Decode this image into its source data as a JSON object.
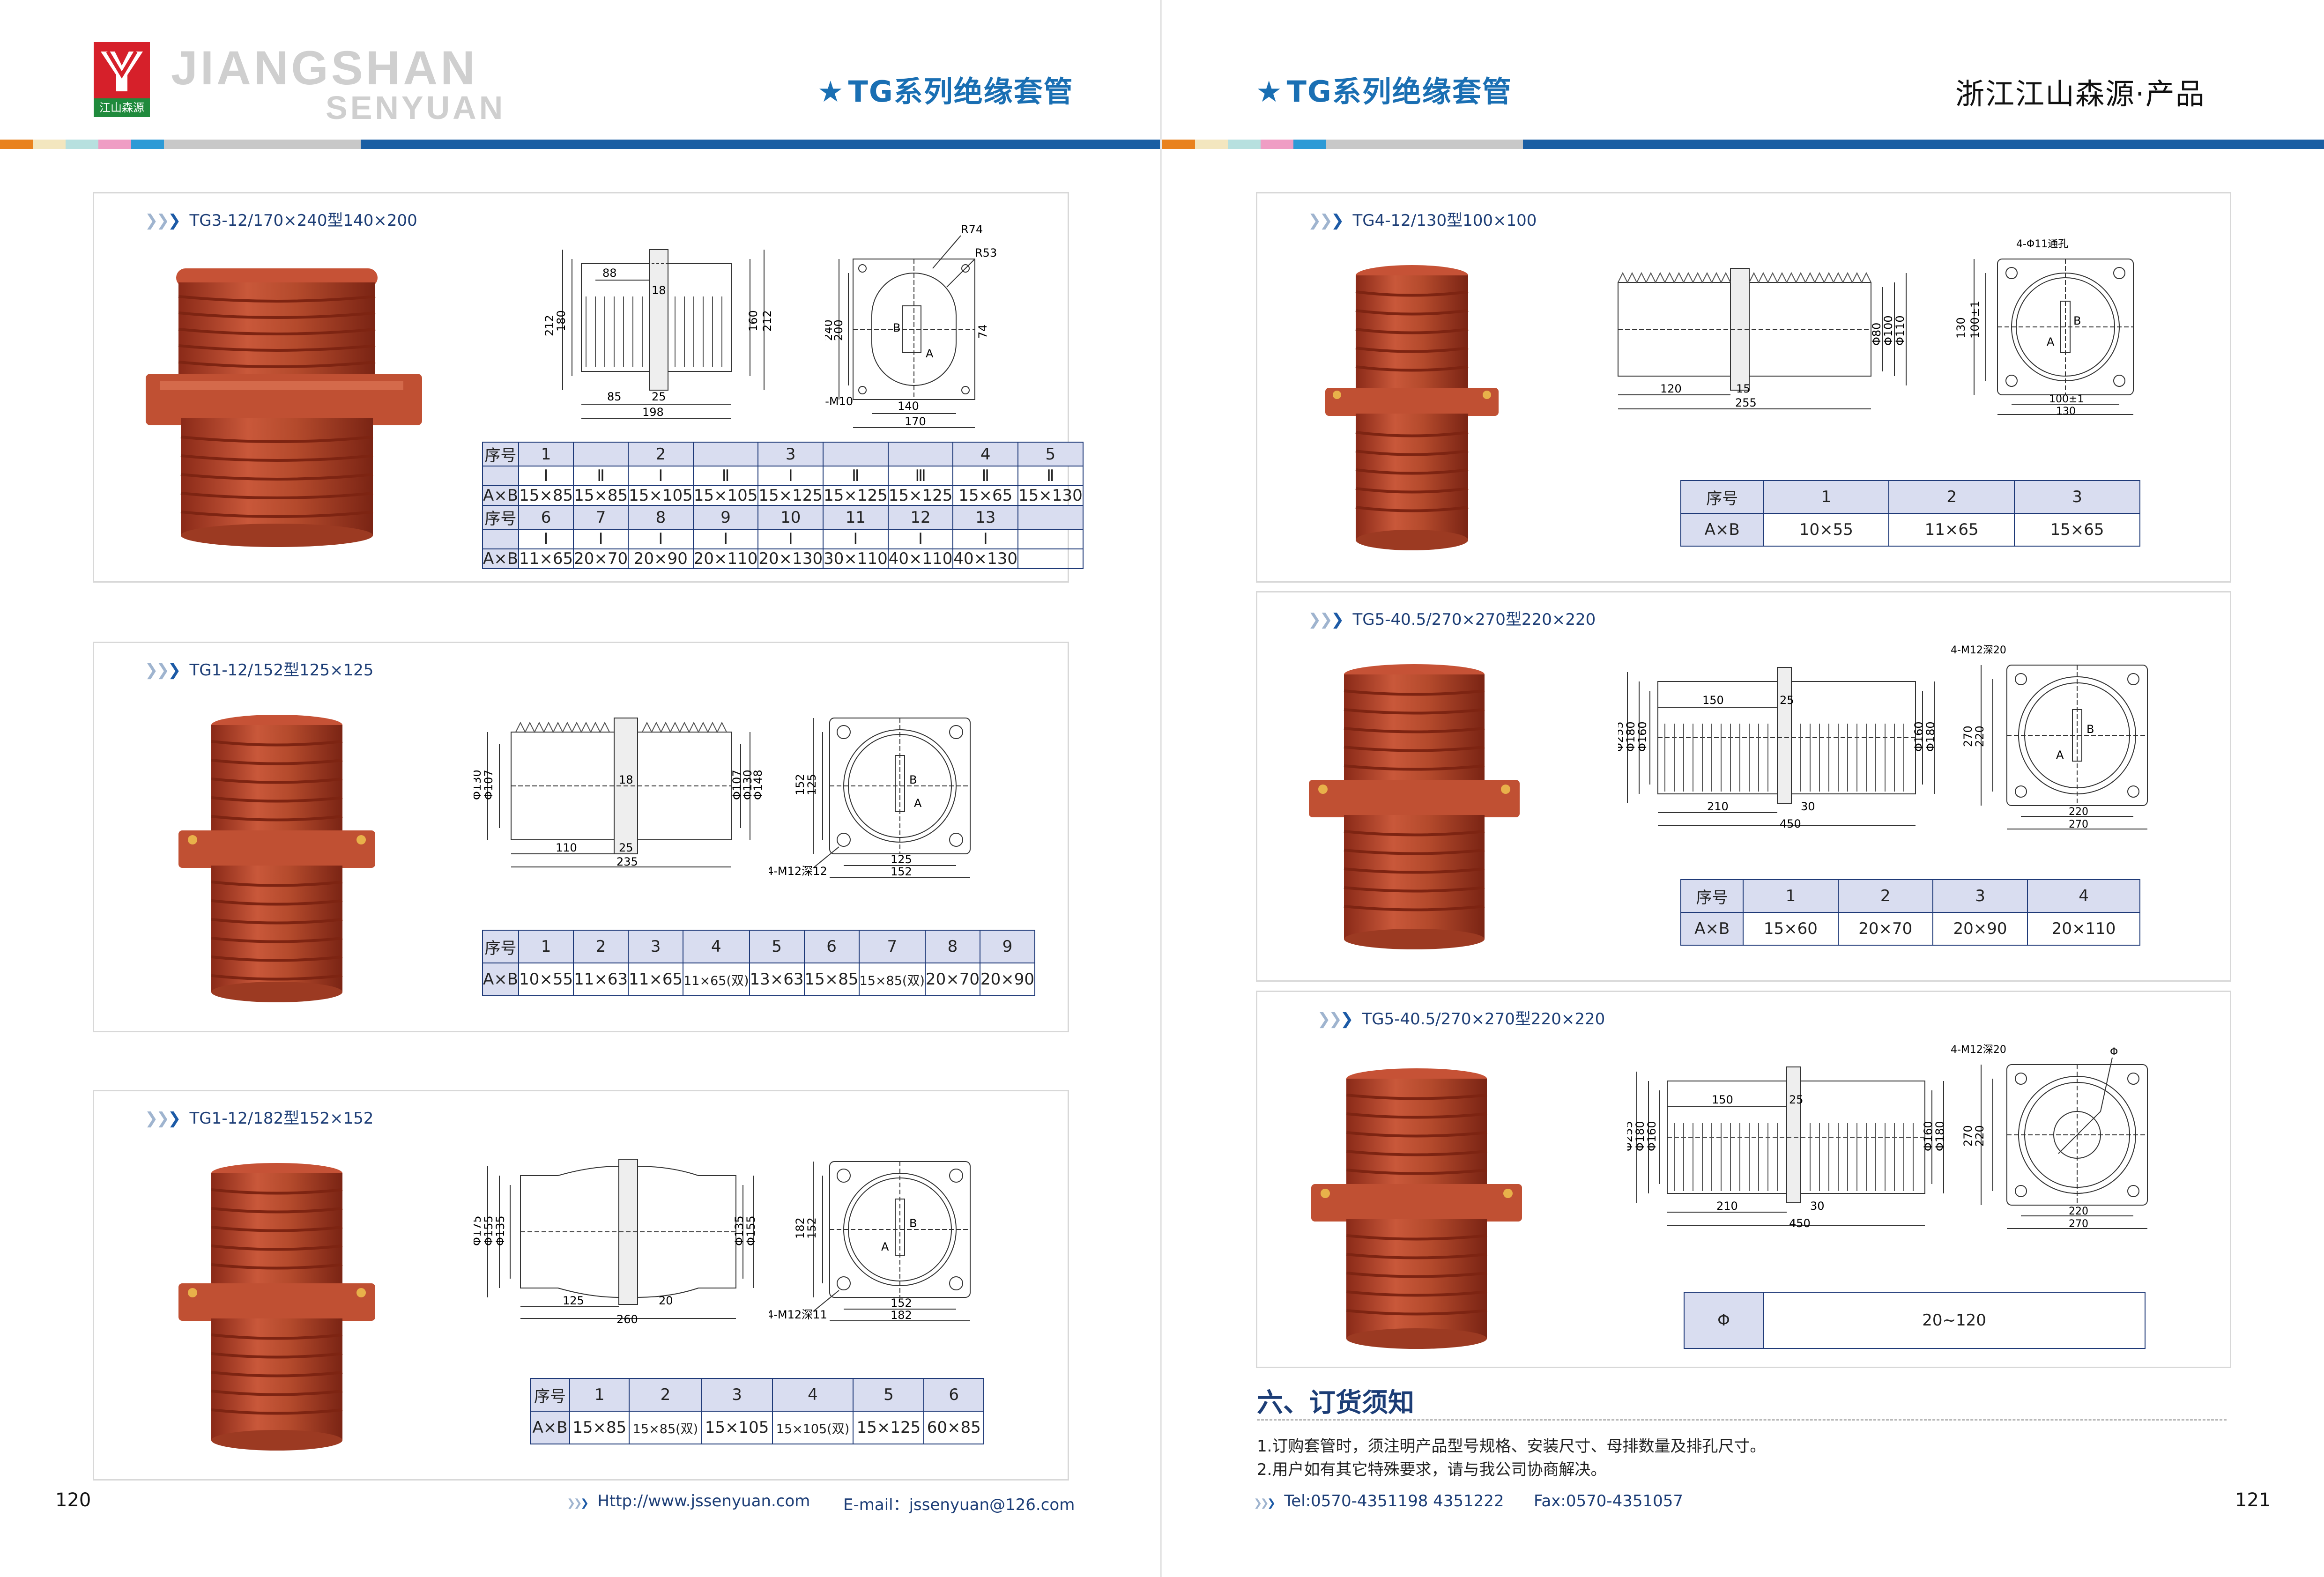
{
  "left_page": {
    "logo_caption": "江山森源",
    "wordmark": "JIANGSHAN",
    "wordmark_sub": "SENYUAN",
    "header_title": "TG系列绝缘套管",
    "page_number": "120",
    "footer_url": "Http://www.jssenyuan.com",
    "footer_email": "E-mail：jssenyuan@126.com",
    "panels": [
      {
        "title": "TG3-12/170×240型140×200",
        "table": [
          [
            "序号",
            "1",
            "",
            "2",
            "",
            "3",
            "",
            "",
            "4",
            "5"
          ],
          [
            "",
            "Ⅰ",
            "Ⅱ",
            "Ⅰ",
            "Ⅱ",
            "Ⅰ",
            "Ⅱ",
            "Ⅲ",
            "Ⅱ",
            "Ⅱ"
          ],
          [
            "A×B",
            "15×85",
            "15×85",
            "15×105",
            "15×105",
            "15×125",
            "15×125",
            "15×125",
            "15×65",
            "15×130"
          ],
          [
            "序号",
            "6",
            "7",
            "8",
            "9",
            "10",
            "11",
            "12",
            "13",
            ""
          ],
          [
            "",
            "Ⅰ",
            "Ⅰ",
            "Ⅰ",
            "Ⅰ",
            "Ⅰ",
            "Ⅰ",
            "Ⅰ",
            "Ⅰ",
            ""
          ],
          [
            "A×B",
            "11×65",
            "20×70",
            "20×90",
            "20×110",
            "20×130",
            "30×110",
            "40×110",
            "40×130",
            ""
          ]
        ],
        "dims": {
          "d1": "88",
          "d2": "18",
          "d3": "212",
          "d4": "180",
          "d5": "160",
          "d6": "212",
          "d7": "85",
          "d8": "25",
          "d9": "198",
          "r1": "R74",
          "r2": "R53",
          "d10": "240",
          "d11": "200",
          "d12": "74",
          "d13": "B",
          "d14": "A",
          "d15": "4-M10",
          "d16": "140",
          "d17": "170"
        }
      },
      {
        "title": "TG1-12/152型125×125",
        "table": [
          [
            "序号",
            "1",
            "2",
            "3",
            "4",
            "5",
            "6",
            "7",
            "8",
            "9"
          ],
          [
            "A×B",
            "10×55",
            "11×63",
            "11×65",
            "11×65(双)",
            "13×63",
            "15×85",
            "15×85(双)",
            "20×70",
            "20×90"
          ]
        ],
        "dims": {
          "d1": "Φ130",
          "d2": "Φ107",
          "d3": "18",
          "d4": "Φ107",
          "d5": "Φ130",
          "d6": "Φ148",
          "d7": "110",
          "d8": "25",
          "d9": "235",
          "d10": "152",
          "d11": "125",
          "d12": "B",
          "d13": "A",
          "d14": "4-M12深12",
          "d15": "125",
          "d16": "152"
        }
      },
      {
        "title": "TG1-12/182型152×152",
        "table": [
          [
            "序号",
            "1",
            "2",
            "3",
            "4",
            "5",
            "6"
          ],
          [
            "A×B",
            "15×85",
            "15×85(双)",
            "15×105",
            "15×105(双)",
            "15×125",
            "60×85"
          ]
        ],
        "dims": {
          "d1": "Φ175",
          "d2": "Φ155",
          "d3": "Φ135",
          "d4": "Φ135",
          "d5": "Φ155",
          "d6": "125",
          "d7": "20",
          "d8": "260",
          "d9": "182",
          "d10": "152",
          "d11": "B",
          "d12": "A",
          "d13": "4-M12深11",
          "d14": "152",
          "d15": "182"
        }
      }
    ]
  },
  "right_page": {
    "header_title": "TG系列绝缘套管",
    "company": "浙江江山森源·产品",
    "page_number": "121",
    "footer_tel": "Tel:0570-4351198  4351222",
    "footer_fax": "Fax:0570-4351057",
    "panels": [
      {
        "title": "TG4-12/130型100×100",
        "table": [
          [
            "序号",
            "1",
            "2",
            "3"
          ],
          [
            "A×B",
            "10×55",
            "11×65",
            "15×65"
          ]
        ],
        "dims": {
          "d1": "Φ80",
          "d2": "Φ100",
          "d3": "Φ110",
          "d4": "120",
          "d5": "15",
          "d6": "255",
          "d7": "4-Φ11通孔",
          "d8": "130",
          "d9": "100±1",
          "d10": "B",
          "d11": "A",
          "d12": "100±1",
          "d13": "130"
        }
      },
      {
        "title": "TG5-40.5/270×270型220×220",
        "table": [
          [
            "序号",
            "1",
            "2",
            "3",
            "4"
          ],
          [
            "A×B",
            "15×60",
            "20×70",
            "20×90",
            "20×110"
          ]
        ],
        "dims": {
          "d1": "Φ255",
          "d2": "Φ180",
          "d3": "Φ160",
          "d4": "150",
          "d5": "25",
          "d6": "Φ160",
          "d7": "Φ180",
          "d8": "210",
          "d9": "30",
          "d10": "450",
          "d11": "4-M12深20",
          "d12": "270",
          "d13": "220",
          "d14": "B",
          "d15": "A",
          "d16": "220",
          "d17": "270"
        }
      },
      {
        "title": "TG5-40.5/270×270型220×220",
        "table": [
          [
            "Φ",
            "20~120"
          ]
        ],
        "dims": {
          "d1": "Φ255",
          "d2": "Φ180",
          "d3": "Φ160",
          "d4": "150",
          "d5": "25",
          "d6": "Φ160",
          "d7": "Φ180",
          "d8": "210",
          "d9": "30",
          "d10": "450",
          "d11": "4-M12深20",
          "d12": "Φ",
          "d13": "270",
          "d14": "220",
          "d15": "220",
          "d16": "270"
        }
      }
    ],
    "notice": {
      "title": "六、订货须知",
      "lines": [
        "1.订购套管时，须注明产品型号规格、安装尺寸、母排数量及排孔尺寸。",
        "2.用户如有其它特殊要求，请与我公司协商解决。"
      ]
    }
  },
  "colors": {
    "accent_blue": "#1a6fb3",
    "navy": "#1c3d76",
    "product_brown": "#b5452a",
    "table_head": "#d9ddf0",
    "logo_red": "#d6202a"
  }
}
